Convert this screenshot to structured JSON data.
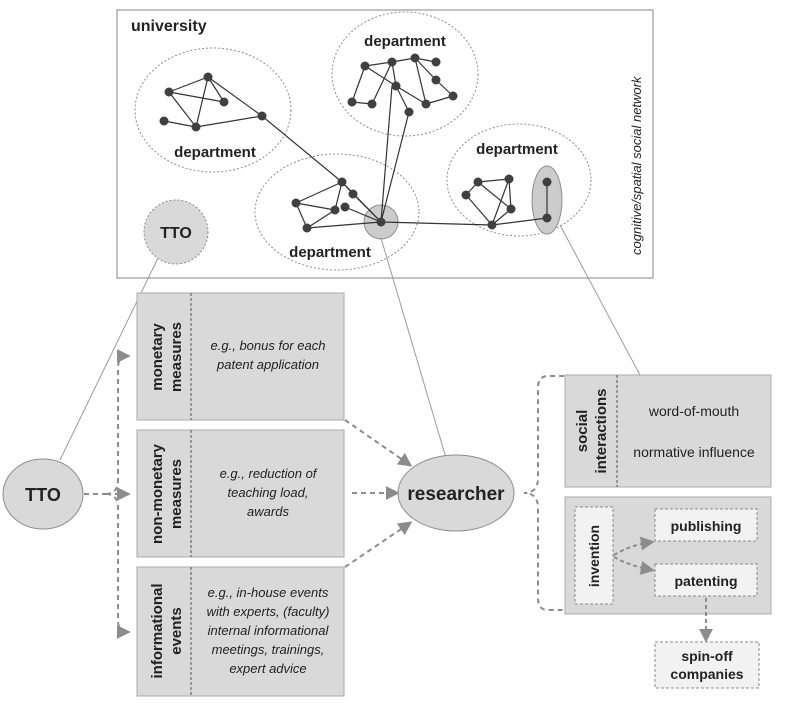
{
  "university": {
    "label": "university",
    "side_label": "cognitive/spatial social network",
    "departments": [
      {
        "label": "department"
      },
      {
        "label": "department"
      },
      {
        "label": "department"
      },
      {
        "label": "department"
      }
    ],
    "tto_label": "TTO"
  },
  "tto": {
    "label": "TTO"
  },
  "researcher": {
    "label": "researcher"
  },
  "measures": [
    {
      "title_line1": "monetary",
      "title_line2": "measures",
      "desc": [
        "e.g., bonus for each",
        "patent application"
      ]
    },
    {
      "title_line1": "non-monetary",
      "title_line2": "measures",
      "desc": [
        "e.g., reduction of",
        "teaching load,",
        "awards"
      ]
    },
    {
      "title_line1": "informational",
      "title_line2": "events",
      "desc": [
        "e.g., in-house events",
        "with experts, (faculty)",
        "internal informational",
        "meetings, trainings,",
        "expert advice"
      ]
    }
  ],
  "social": {
    "title_line1": "social",
    "title_line2": "interactions",
    "items": [
      "word-of-mouth",
      "normative influence"
    ]
  },
  "invention": {
    "label": "invention",
    "outputs": [
      "publishing",
      "patenting"
    ]
  },
  "spinoff": {
    "line1": "spin-off",
    "line2": "companies"
  },
  "colors": {
    "box_fill": "#d9d9d9",
    "border": "#8c8c8c",
    "node": "#404040",
    "arrow": "#8c8c8c"
  }
}
